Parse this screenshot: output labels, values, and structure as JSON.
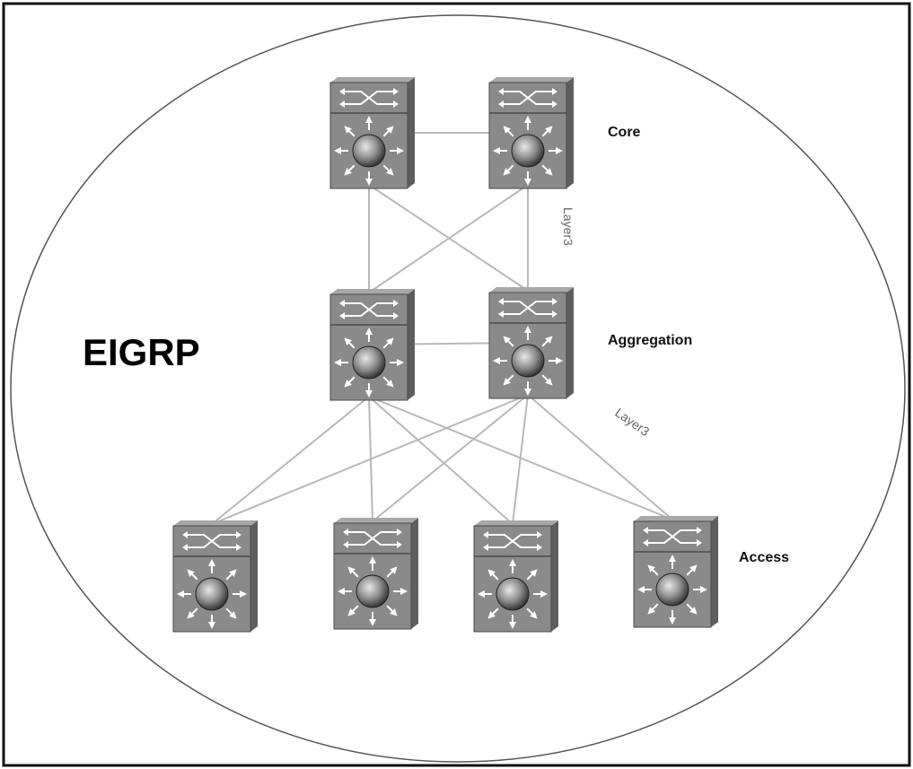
{
  "diagram": {
    "protocol_label": "EIGRP",
    "tiers": {
      "core": "Core",
      "aggregation": "Aggregation",
      "access": "Access"
    },
    "link_labels": {
      "core_aggregation": "Layer3",
      "aggregation_access": "Layer3"
    },
    "devices": [
      {
        "id": "core-1",
        "tier": "core",
        "type": "multilayer-switch-icon"
      },
      {
        "id": "core-2",
        "tier": "core",
        "type": "multilayer-switch-icon"
      },
      {
        "id": "agg-1",
        "tier": "aggregation",
        "type": "multilayer-switch-icon"
      },
      {
        "id": "agg-2",
        "tier": "aggregation",
        "type": "multilayer-switch-icon"
      },
      {
        "id": "access-1",
        "tier": "access",
        "type": "multilayer-switch-icon"
      },
      {
        "id": "access-2",
        "tier": "access",
        "type": "multilayer-switch-icon"
      },
      {
        "id": "access-3",
        "tier": "access",
        "type": "multilayer-switch-icon"
      },
      {
        "id": "access-4",
        "tier": "access",
        "type": "multilayer-switch-icon"
      }
    ],
    "links": [
      [
        "core-1",
        "core-2"
      ],
      [
        "core-1",
        "agg-1"
      ],
      [
        "core-1",
        "agg-2"
      ],
      [
        "core-2",
        "agg-1"
      ],
      [
        "core-2",
        "agg-2"
      ],
      [
        "agg-1",
        "agg-2"
      ],
      [
        "agg-1",
        "access-1"
      ],
      [
        "agg-1",
        "access-2"
      ],
      [
        "agg-1",
        "access-3"
      ],
      [
        "agg-1",
        "access-4"
      ],
      [
        "agg-2",
        "access-1"
      ],
      [
        "agg-2",
        "access-2"
      ],
      [
        "agg-2",
        "access-3"
      ],
      [
        "agg-2",
        "access-4"
      ]
    ],
    "colors": {
      "device_body": "#8a8a8a",
      "device_dark": "#5e5e5e",
      "link": "#b8b8b8",
      "boundary": "#444444"
    }
  }
}
